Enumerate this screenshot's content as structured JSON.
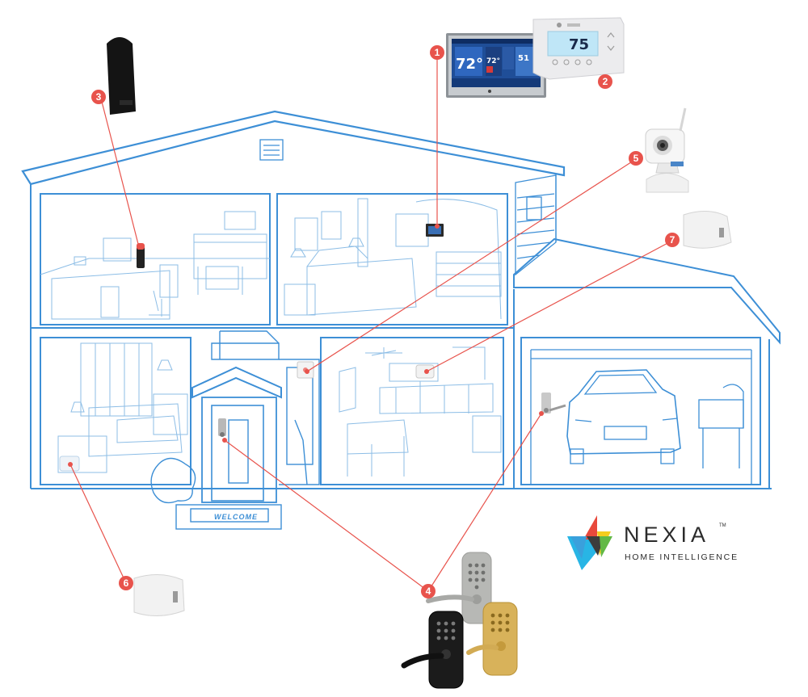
{
  "thermostat_1": {
    "temp": "72°",
    "setpoint": "72°",
    "outdoor": "51"
  },
  "thermostat_2": {
    "temp": "75"
  },
  "door_mat": {
    "text": "WELCOME"
  },
  "callouts": [
    "1",
    "2",
    "3",
    "4",
    "5",
    "6",
    "7"
  ],
  "logo": {
    "brand": "NEXIA",
    "trademark": "TM",
    "tagline": "HOME INTELLIGENCE"
  },
  "colors": {
    "house_line": "#3d8fd6",
    "callout": "#e8534c",
    "leader_line": "#e8534c"
  }
}
